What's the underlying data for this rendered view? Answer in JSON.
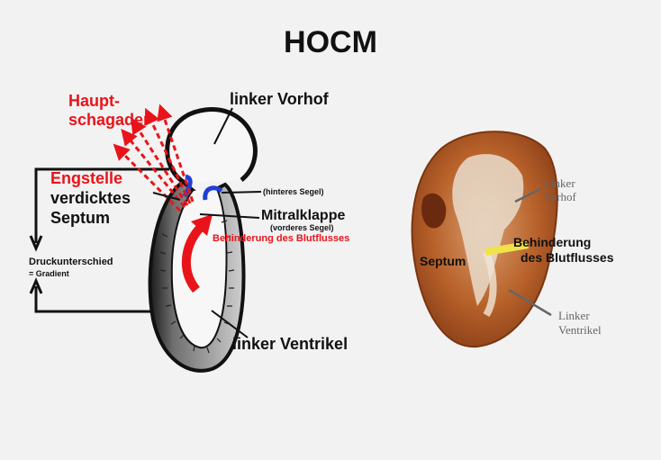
{
  "title": "HOCM",
  "left_diagram": {
    "labels": {
      "aorta_line1": "Haupt-",
      "aorta_line2": "schagader",
      "left_atrium": "linker Vorhof",
      "narrowing": "Engstelle",
      "thick_septum_line1": "verdicktes",
      "thick_septum_line2": "Septum",
      "posterior_leaflet": "(hinteres Segel)",
      "mitral_valve": "Mitralklappe",
      "anterior_leaflet": "(vorderes Segel)",
      "flow_obstruction": "Behinderung des Blutflusses",
      "pressure_diff": "Druckunterschied",
      "gradient": "= Gradient",
      "left_ventricle": "linker Ventrikel"
    }
  },
  "right_photo": {
    "labels": {
      "left_atrium_line1": "Linker",
      "left_atrium_line2": "Vorhof",
      "obstruction_line1": "Behinderung",
      "obstruction_line2": "des Blutflusses",
      "septum": "Septum",
      "left_ventricle_line1": "Linker",
      "left_ventricle_line2": "Ventrikel"
    }
  },
  "colors": {
    "red": "#e8141a",
    "blue": "#1f3fd6",
    "black": "#111111",
    "ventricle_fill": "#c9c9c9",
    "tissue": "#b8612a",
    "yellow_arrow": "#f2e24a"
  }
}
